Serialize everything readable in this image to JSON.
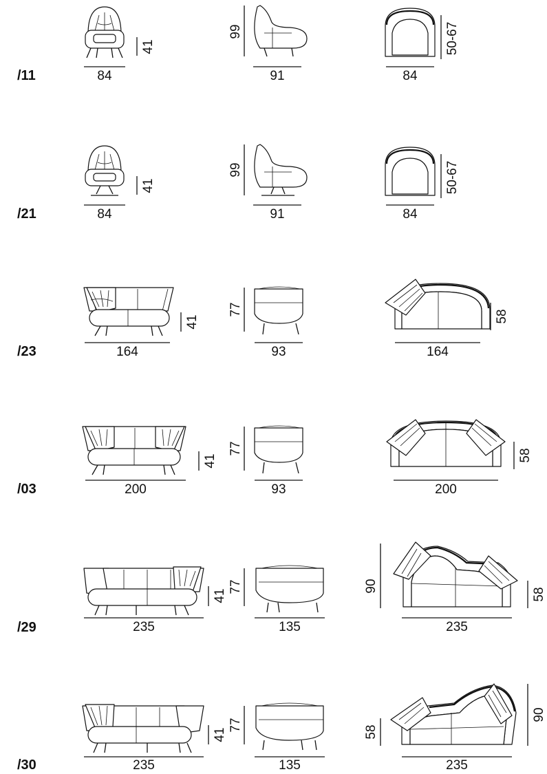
{
  "rows": [
    {
      "code": "/11",
      "front": {
        "width": "84",
        "height": "41"
      },
      "side": {
        "depth": "91",
        "height": "99"
      },
      "top": {
        "width": "84",
        "depth": "50-67"
      }
    },
    {
      "code": "/21",
      "front": {
        "width": "84",
        "height": "41"
      },
      "side": {
        "depth": "91",
        "height": "99"
      },
      "top": {
        "width": "84",
        "depth": "50-67"
      }
    },
    {
      "code": "/23",
      "front": {
        "width": "164",
        "height": "41"
      },
      "side": {
        "depth": "93",
        "height": "77"
      },
      "top": {
        "width": "164",
        "depth": "58"
      }
    },
    {
      "code": "/03",
      "front": {
        "width": "200",
        "height": "41"
      },
      "side": {
        "depth": "93",
        "height": "77"
      },
      "top": {
        "width": "200",
        "depth": "58"
      }
    },
    {
      "code": "/29",
      "front": {
        "width": "235",
        "height": "41"
      },
      "side": {
        "depth": "135",
        "height": "77"
      },
      "top": {
        "width": "235",
        "depth": "58",
        "max_depth": "90"
      }
    },
    {
      "code": "/30",
      "front": {
        "width": "235",
        "height": "41"
      },
      "side": {
        "depth": "135",
        "height": "77"
      },
      "top": {
        "width": "235",
        "depth": "90",
        "max_depth": "58"
      }
    }
  ]
}
